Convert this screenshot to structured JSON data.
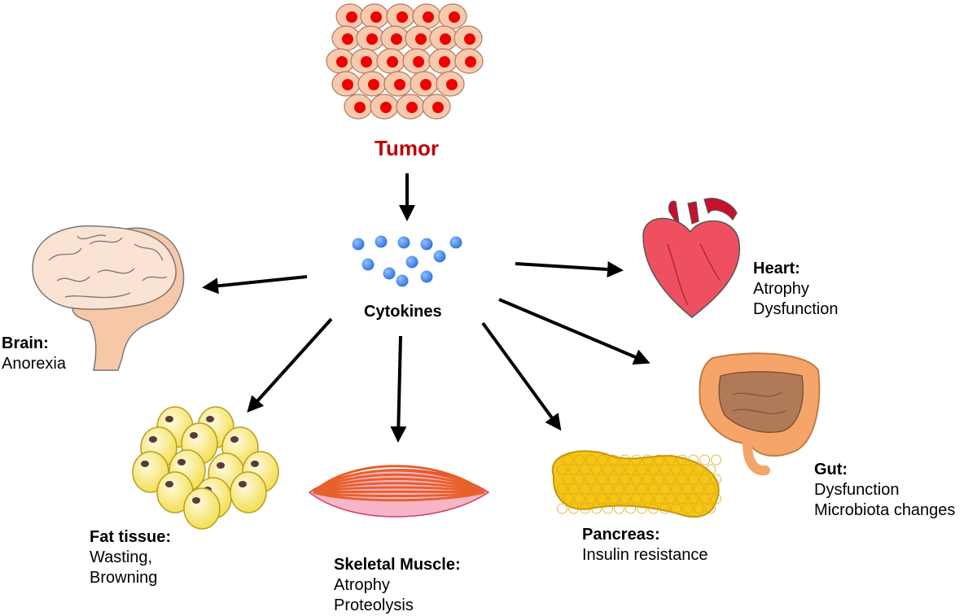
{
  "tumor": {
    "label": "Tumor",
    "color": "#c00000"
  },
  "cytokines": {
    "label": "Cytokines",
    "color": "#3b7ff0"
  },
  "organs": {
    "heart": {
      "title": "Heart:",
      "lines": [
        "Atrophy",
        "Dysfunction"
      ]
    },
    "brain": {
      "title": "Brain:",
      "lines": [
        "Anorexia"
      ]
    },
    "gut": {
      "title": "Gut:",
      "lines": [
        "Dysfunction",
        "Microbiota changes"
      ]
    },
    "fat": {
      "title": "Fat tissue:",
      "lines": [
        "Wasting,",
        "Browning"
      ]
    },
    "muscle": {
      "title": "Skeletal Muscle:",
      "lines": [
        "Atrophy",
        "Proteolysis"
      ]
    },
    "pancreas": {
      "title": "Pancreas:",
      "lines": [
        "Insulin resistance"
      ]
    }
  },
  "icons": [
    "tumor-cells-icon",
    "cytokine-dots-icon",
    "brain-icon",
    "heart-icon",
    "gut-icon",
    "fat-cells-icon",
    "skeletal-muscle-icon",
    "pancreas-icon"
  ]
}
